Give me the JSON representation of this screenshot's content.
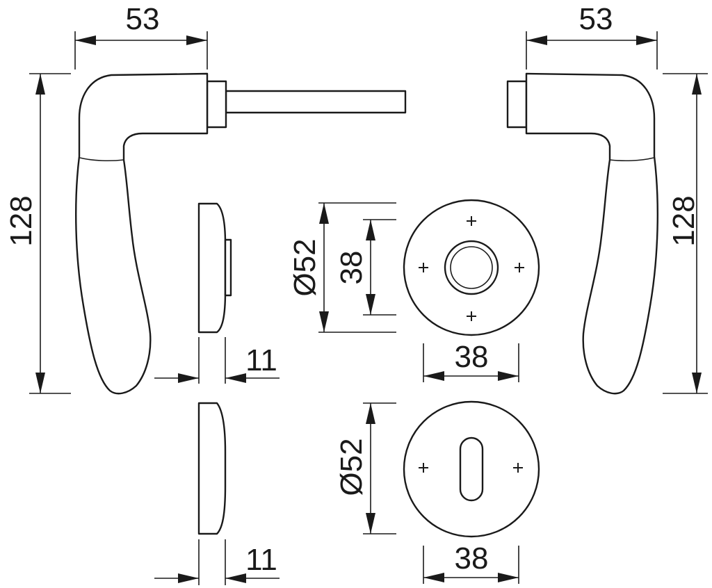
{
  "dimensions": {
    "left_lever_width": "53",
    "right_lever_width": "53",
    "left_lever_height": "128",
    "right_lever_height": "128",
    "rose_diameter": "Ø52",
    "rose_inner": "38",
    "rose_width": "38",
    "rose_thickness": "11",
    "escutcheon_diameter": "Ø52",
    "escutcheon_width": "38",
    "escutcheon_thickness": "11"
  }
}
